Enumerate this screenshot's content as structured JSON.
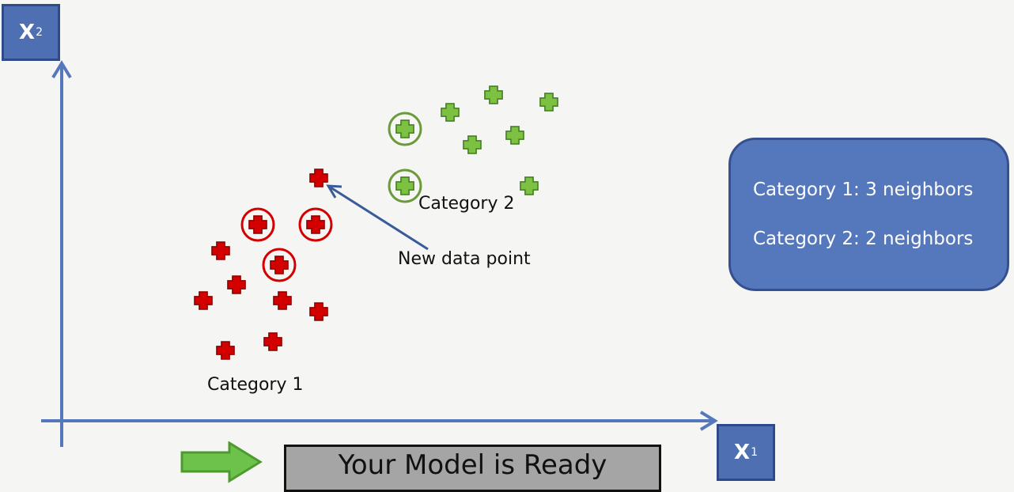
{
  "axes": {
    "x_label": "X",
    "x_sub": "1",
    "y_label": "X",
    "y_sub": "2"
  },
  "labels": {
    "category1": "Category 1",
    "category2": "Category 2",
    "new_point": "New data point"
  },
  "info_box": {
    "line1": "Category 1: 3 neighbors",
    "line2": "Category 2: 2 neighbors"
  },
  "banner": {
    "text": "Your Model is Ready"
  },
  "colors": {
    "axis": "#5577bc",
    "category1": "#d40000",
    "category2": "#7cc142",
    "neighbor_ring_1": "#d40000",
    "neighbor_ring_2": "#6a9a3a",
    "arrow": "#3b5a9a",
    "banner_arrow": "#6cc24a"
  },
  "icons": {
    "points": "plus-cross-icon",
    "banner_arrow": "right-arrow-icon"
  }
}
